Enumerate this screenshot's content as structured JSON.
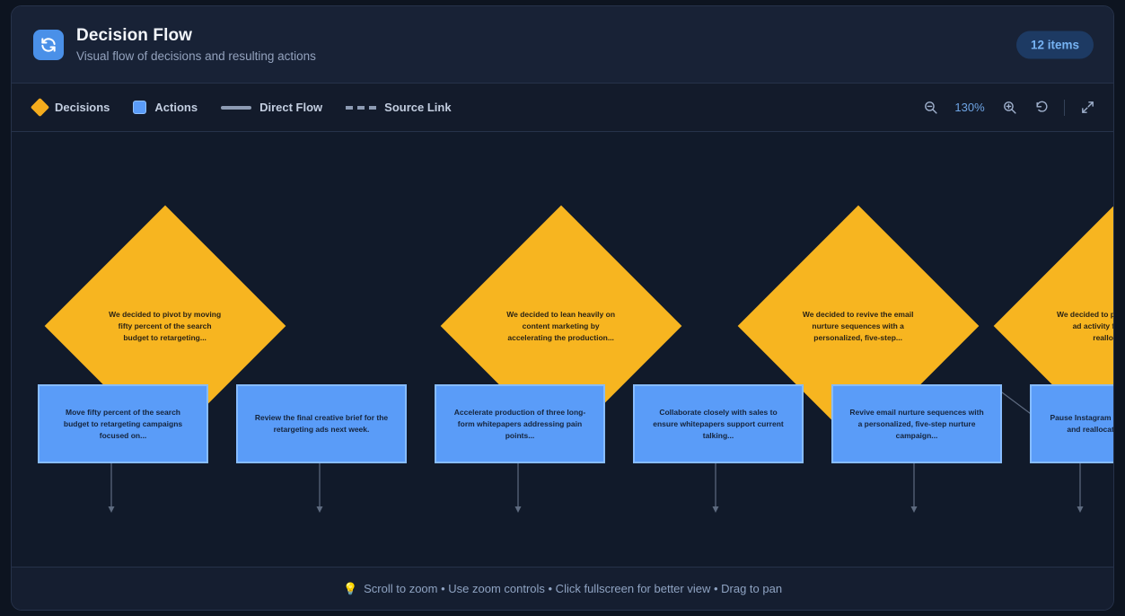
{
  "header": {
    "icon": "sync-refresh-icon",
    "title": "Decision Flow",
    "subtitle": "Visual flow of decisions and resulting actions",
    "badge": "12 items"
  },
  "toolbar": {
    "legend": [
      {
        "key": "decisions",
        "label": "Decisions",
        "swatch": "diamond",
        "color": "#f5ac1d"
      },
      {
        "key": "actions",
        "label": "Actions",
        "swatch": "square",
        "color": "#5a9cf8"
      },
      {
        "key": "direct-flow",
        "label": "Direct Flow",
        "swatch": "solid-line",
        "color": "#8d9bb3"
      },
      {
        "key": "source-link",
        "label": "Source Link",
        "swatch": "dashed-line",
        "color": "#8d9bb3"
      }
    ],
    "zoom_out_icon": "zoom-out-icon",
    "zoom_level": "130%",
    "zoom_in_icon": "zoom-in-icon",
    "reset_icon": "reset-rotate-icon",
    "fullscreen_icon": "fullscreen-expand-icon"
  },
  "canvas": {
    "decisions": [
      {
        "id": "d1",
        "text": "We decided to pivot by moving fifty percent of the search budget to retargeting..."
      },
      {
        "id": "d2",
        "text": "We decided to lean heavily on content marketing by accelerating the production..."
      },
      {
        "id": "d3",
        "text": "We decided to revive the email nurture sequences with a personalized, five-step..."
      },
      {
        "id": "d4",
        "text": "We decided to pause Instagram ad activity for now and reallocate..."
      }
    ],
    "actions": [
      {
        "id": "a1",
        "text": "Move fifty percent of the search budget to retargeting campaigns focused on..."
      },
      {
        "id": "a2",
        "text": "Review the final creative brief for the retargeting ads next week."
      },
      {
        "id": "a3",
        "text": "Accelerate production of three long-form whitepapers addressing pain points..."
      },
      {
        "id": "a4",
        "text": "Collaborate closely with sales to ensure whitepapers support current talking..."
      },
      {
        "id": "a5",
        "text": "Revive email nurture sequences with a personalized, five-step nurture campaign..."
      },
      {
        "id": "a6",
        "text": "Pause Instagram ad activity for now and reallocate resources..."
      }
    ]
  },
  "footer": {
    "bulb": "💡",
    "hint": "Scroll to zoom • Use zoom controls • Click fullscreen for better view • Drag to pan"
  }
}
